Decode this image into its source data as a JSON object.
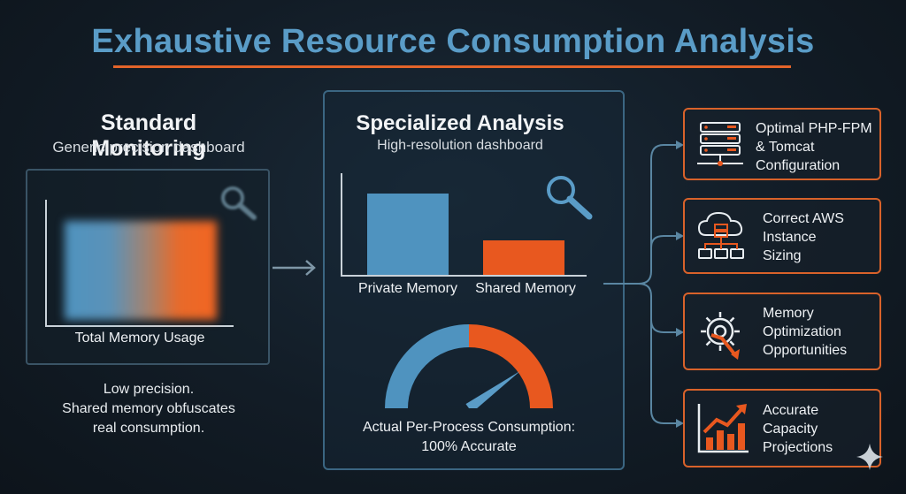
{
  "title": "Exhaustive Resource Consumption Analysis",
  "standard": {
    "heading": "Standard Monitoring",
    "subheading": "Generic precision dashboard",
    "chart_label": "Total Memory Usage",
    "note_lines": [
      "Low precision.",
      "Shared memory obfuscates",
      "real consumption."
    ]
  },
  "specialized": {
    "heading": "Specialized Analysis",
    "subheading": "High-resolution dashboard",
    "gauge_lines": [
      "Actual Per-Process Consumption:",
      "100% Accurate"
    ]
  },
  "chart_data": {
    "type": "bar",
    "categories": [
      "Private Memory",
      "Shared Memory"
    ],
    "values": [
      100,
      42
    ],
    "ylim": [
      0,
      120
    ],
    "colors": [
      "#4f93bf",
      "#e8581f"
    ]
  },
  "gauge": {
    "blue_fraction": 0.5,
    "orange_fraction": 0.5,
    "needle_fraction": 0.8
  },
  "outcomes": [
    {
      "icon": "server-rack-icon",
      "lines": [
        "Optimal PHP-FPM",
        "& Tomcat",
        "Configuration"
      ]
    },
    {
      "icon": "cloud-network-icon",
      "lines": [
        "Correct AWS",
        "Instance",
        "Sizing"
      ]
    },
    {
      "icon": "gear-trend-down-icon",
      "lines": [
        "Memory",
        "Optimization",
        "Opportunities"
      ]
    },
    {
      "icon": "growth-chart-icon",
      "lines": [
        "Accurate",
        "Capacity",
        "Projections"
      ]
    }
  ],
  "colors": {
    "accent_blue": "#5a9cc7",
    "accent_orange": "#e3642a",
    "background": "#121c26"
  }
}
